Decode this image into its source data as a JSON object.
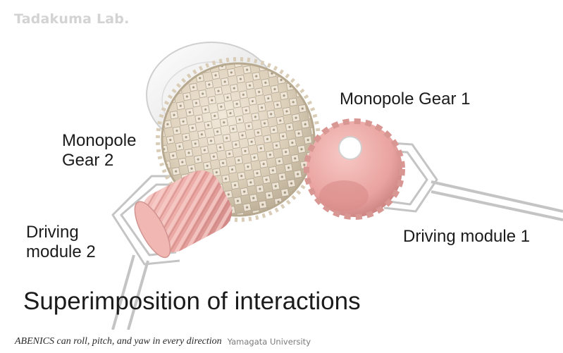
{
  "figure": {
    "watermark": "Tadakuma Lab.",
    "labels": {
      "monopole_gear_1": "Monopole Gear 1",
      "monopole_gear_2": "Monopole Gear 2",
      "driving_module_1": "Driving module 1",
      "driving_module_2": "Driving module 2"
    },
    "headline": "Superimposition of interactions",
    "colors": {
      "sphere_gear": "#e2d6c2",
      "monopole_gear": "#eea7a5",
      "frame_stroke": "#bfbfbf"
    }
  },
  "caption": {
    "text": "ABENICS can roll, pitch, and yaw in every direction",
    "credit": "Yamagata University"
  }
}
